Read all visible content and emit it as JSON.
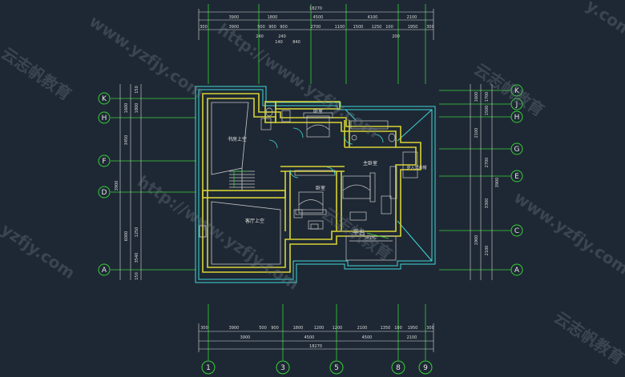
{
  "drawing": {
    "colors": {
      "background": "#1e2834",
      "wall": "#d8d234",
      "outline": "#3fd7d7",
      "grid": "#38d038",
      "dimension": "#d8d8d8",
      "furniture": "#c9c9c9"
    },
    "top_dims": {
      "total": "18270",
      "row1": [
        "3900",
        "1800",
        "4500",
        "4100",
        "2100"
      ],
      "row2": [
        "300",
        "3900",
        "500",
        "900",
        "900",
        "2700",
        "1100",
        "1500",
        "1250",
        "100",
        "1950",
        "300"
      ],
      "extra": [
        "240",
        "240",
        "140",
        "840",
        "200"
      ]
    },
    "bottom_dims": {
      "total": "18270",
      "row1": [
        "300",
        "3900",
        "500",
        "900",
        "1800",
        "1200",
        "1200",
        "2100",
        "1350",
        "100",
        "1950",
        "300"
      ],
      "row2": [
        "3900",
        "4500",
        "4500",
        "2100"
      ]
    },
    "left_dims": [
      "1600",
      "1800",
      "3450",
      "3900",
      "6000",
      "1250",
      "3540",
      "150",
      "150"
    ],
    "right_dims": [
      "1600",
      "1700",
      "1500",
      "2100",
      "2700",
      "3900",
      "3300",
      "1900",
      "2100"
    ],
    "axes_top_bottom": [
      "1",
      "3",
      "5",
      "8",
      "9"
    ],
    "axes_left": [
      "K",
      "H",
      "F",
      "D",
      "A"
    ],
    "axes_right": [
      "K",
      "J",
      "H",
      "G",
      "E",
      "C",
      "A"
    ],
    "rooms": {
      "void_stair": "书房上空",
      "bedroom_1": "卧室",
      "master_bedroom": "主卧室",
      "bedroom_2": "卧室",
      "walkin": "步入式衣帽",
      "living_void": "客厅上空",
      "terrace": "平台",
      "slope": "i=1%"
    },
    "watermarks": [
      "www.yzfjy.com",
      "http://www.yzfjy.com",
      "云志帆教育",
      "云志帆教育",
      "www.yzfjy.com",
      "http://www.yzfjy.com",
      "云志帆教育",
      "yzfjy.com",
      "云志帆教育",
      "y.com"
    ]
  }
}
